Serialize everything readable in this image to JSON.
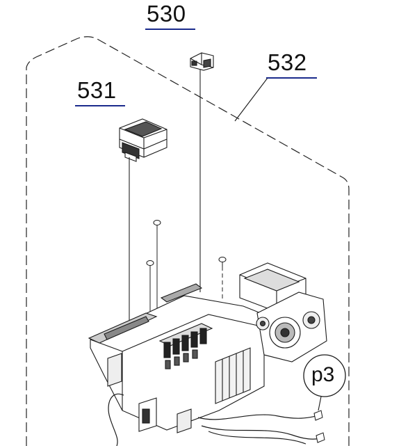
{
  "callouts": {
    "part_530": "530",
    "part_531": "531",
    "part_532": "532"
  },
  "reference": {
    "label": "p3"
  },
  "colors": {
    "line": "#1a1a1a",
    "callout_underline": "#1a2a8c"
  }
}
